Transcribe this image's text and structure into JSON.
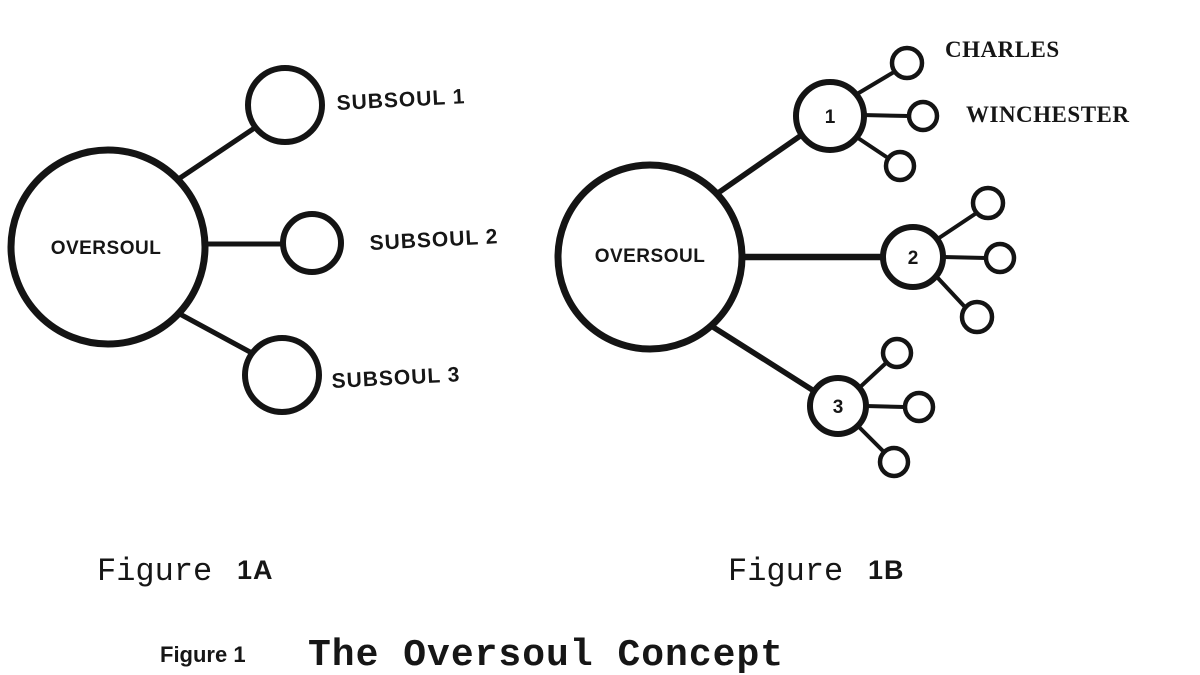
{
  "document": {
    "background_color": "#ffffff",
    "ink_color": "#141414"
  },
  "figure_1a": {
    "oversoul_label": "OVERSOUL",
    "subsouls": [
      {
        "label": "SUBSOUL 1"
      },
      {
        "label": "SUBSOUL 2"
      },
      {
        "label": "SUBSOUL 3"
      }
    ],
    "caption_word": "Figure",
    "caption_id": "1A"
  },
  "figure_1b": {
    "oversoul_label": "OVERSOUL",
    "nodes": [
      {
        "number": "1",
        "satellite_labels": [
          "CHARLES",
          "WINCHESTER"
        ]
      },
      {
        "number": "2"
      },
      {
        "number": "3"
      }
    ],
    "caption_word": "Figure",
    "caption_id": "1B"
  },
  "bottom_caption": {
    "figure_label": "Figure 1",
    "title": "The Oversoul Concept"
  }
}
